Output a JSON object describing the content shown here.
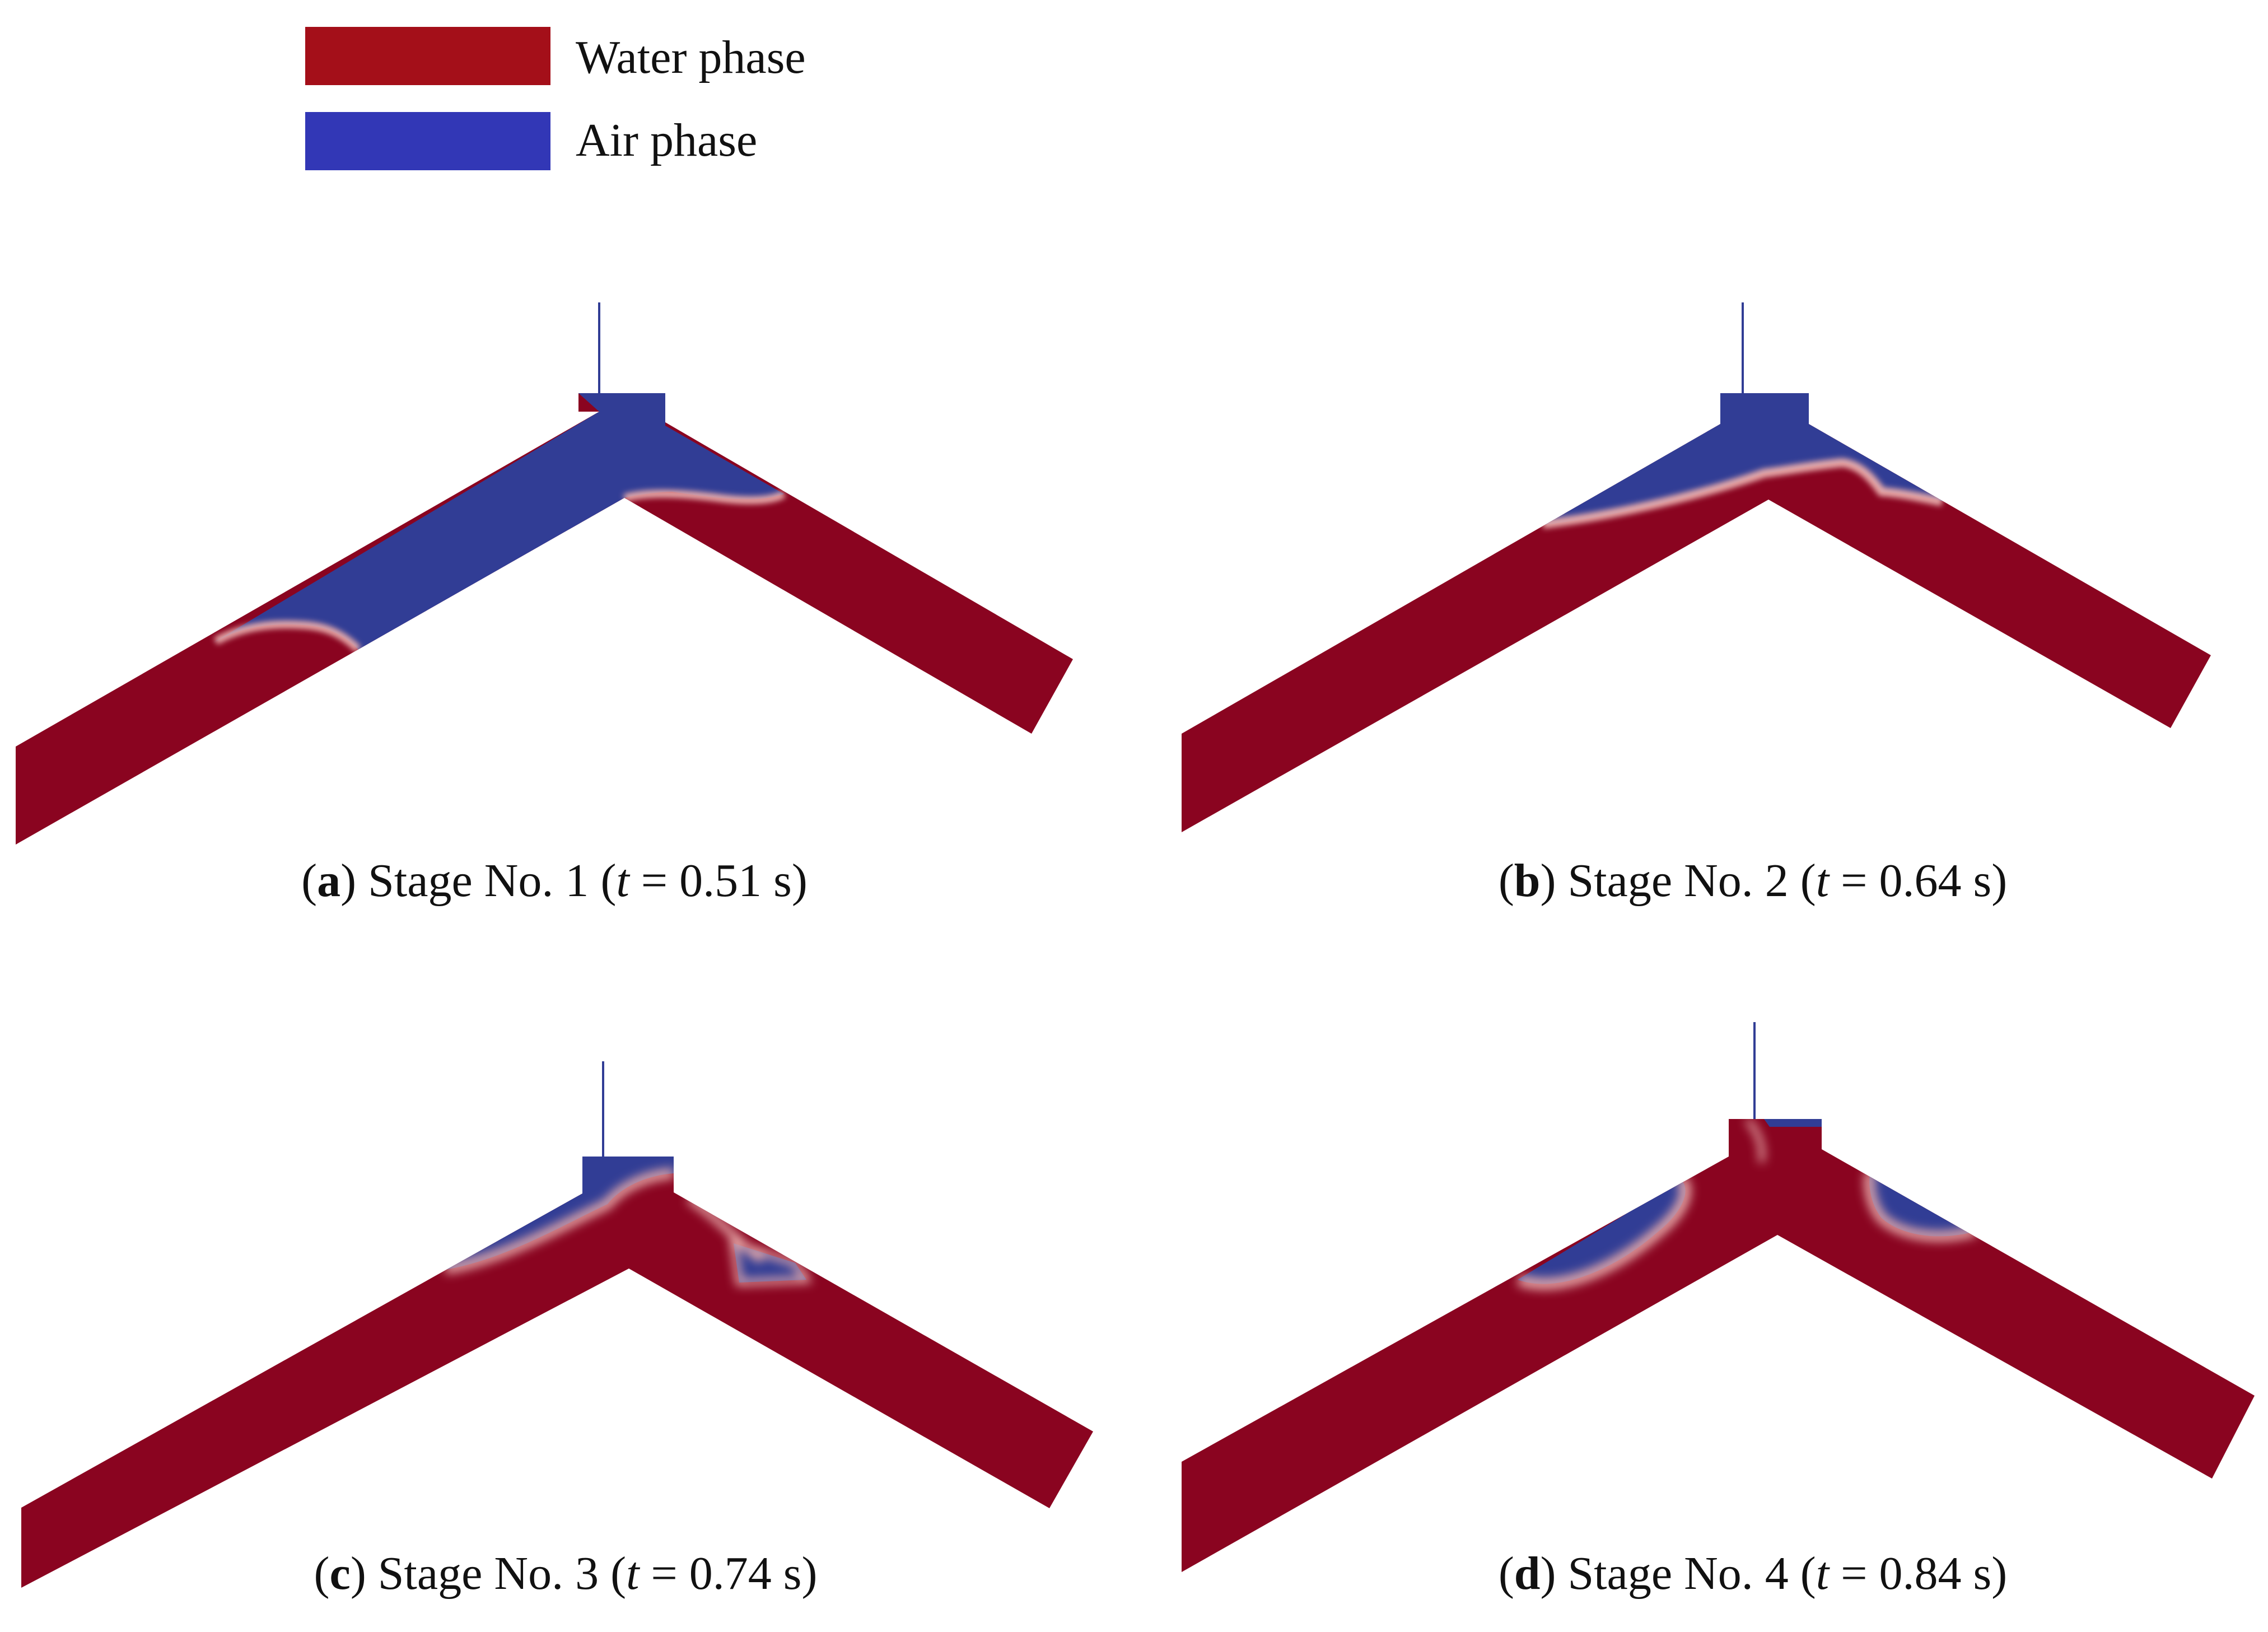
{
  "colors": {
    "water": "#8a0420",
    "air": "#313d95",
    "legend_water": "#a40f19",
    "legend_air": "#3237b6",
    "mix_light": "#e6a9a9"
  },
  "legend": {
    "water_label": "Water phase",
    "air_label": "Air phase"
  },
  "panels": [
    {
      "letter": "a",
      "stage": "Stage No. 1",
      "t_label": "t",
      "t_value": "= 0.51 s"
    },
    {
      "letter": "b",
      "stage": "Stage No. 2",
      "t_label": "t",
      "t_value": "= 0.64 s"
    },
    {
      "letter": "c",
      "stage": "Stage No. 3",
      "t_label": "t",
      "t_value": "= 0.74 s"
    },
    {
      "letter": "d",
      "stage": "Stage No. 4",
      "t_label": "t",
      "t_value": "= 0.84 s"
    }
  ]
}
